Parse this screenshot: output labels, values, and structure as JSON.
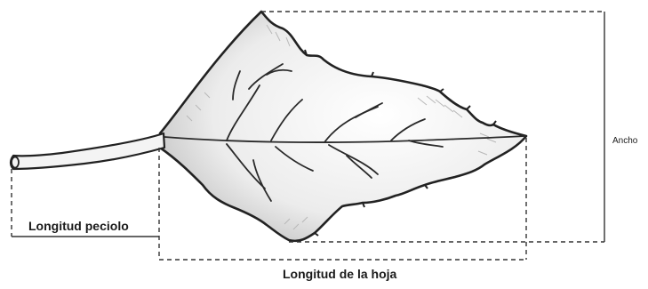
{
  "labels": {
    "petiole_length": "Longitud peciolo",
    "leaf_length": "Longitud de la hoja",
    "width": "Ancho"
  },
  "colors": {
    "outline": "#222222",
    "vein": "#2a2a2a",
    "shading": "#bdbdbd",
    "dimension_line": "#333333"
  }
}
